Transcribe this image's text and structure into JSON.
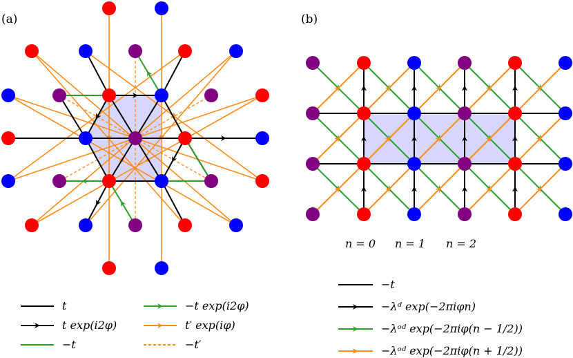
{
  "panels": {
    "a": {
      "label": "(a)"
    },
    "b": {
      "label": "(b)"
    }
  },
  "n_labels": [
    "n = 0",
    "n = 1",
    "n = 2"
  ],
  "legend_a": [
    {
      "text": "t",
      "style": "solid",
      "color": "#000000",
      "arrow": false
    },
    {
      "text": "t exp(i2φ)",
      "style": "solid",
      "color": "#000000",
      "arrow": true
    },
    {
      "text": "−t",
      "style": "solid",
      "color": "#2ca02c",
      "arrow": false
    },
    {
      "text": "−t exp(i2φ)",
      "style": "solid",
      "color": "#2ca02c",
      "arrow": true
    },
    {
      "text": "t′ exp(iφ)",
      "style": "solid",
      "color": "#ff8c1a",
      "arrow": true
    },
    {
      "text": "−t′",
      "style": "dashed",
      "color": "#ff8c1a",
      "arrow": false
    }
  ],
  "legend_b": [
    {
      "text": "−t",
      "style": "solid",
      "color": "#000000",
      "arrow": false
    },
    {
      "text": "−λᵈ exp(−2πiφn)",
      "style": "solid",
      "color": "#000000",
      "arrow": true
    },
    {
      "text": "−λᵒᵈ exp(−2πiφ(n − 1/2))",
      "style": "solid",
      "color": "#2ca02c",
      "arrow": true
    },
    {
      "text": "−λᵒᵈ exp(−2πiφ(n + 1/2))",
      "style": "solid",
      "color": "#ff8c1a",
      "arrow": true
    }
  ],
  "colors": {
    "red": "#ff0000",
    "blue": "#0000ff",
    "purple": "#800080",
    "black": "#000000",
    "green": "#2ca02c",
    "orange": "#ff8c1a",
    "cell": "#ccccff"
  }
}
